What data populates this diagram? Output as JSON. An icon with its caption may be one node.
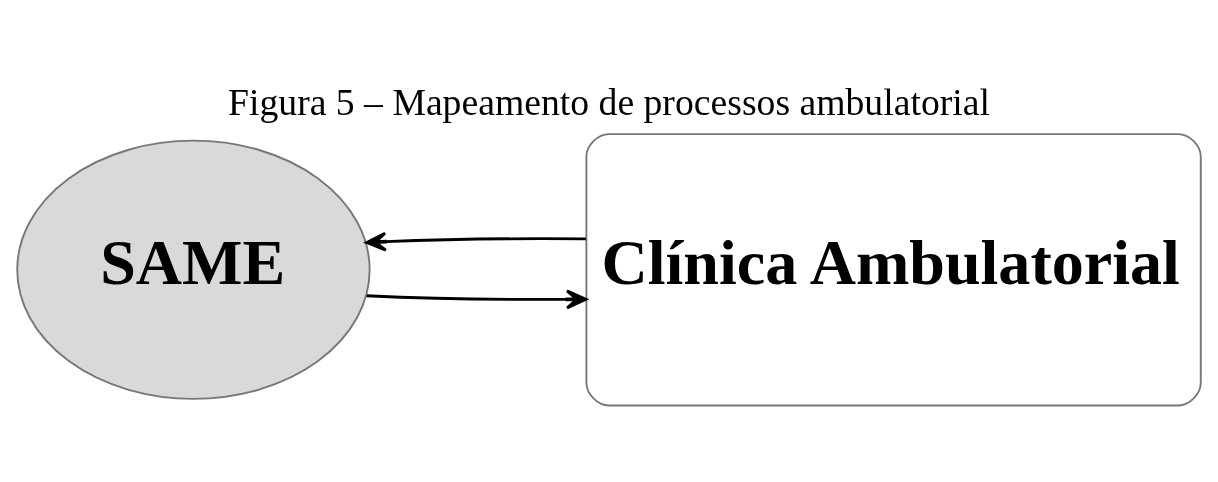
{
  "diagram": {
    "title": "Figura 5 – Mapeamento de processos ambulatorial",
    "nodes": [
      {
        "text": [
          "SAME"
        ]
      },
      {
        "text": [
          "Clínica Ambulatorial"
        ]
      }
    ],
    "edges": [
      {
        "from": 0,
        "to": 1,
        "arrow": "to"
      },
      {
        "from": 1,
        "to": 0,
        "arrow": "to"
      }
    ]
  }
}
